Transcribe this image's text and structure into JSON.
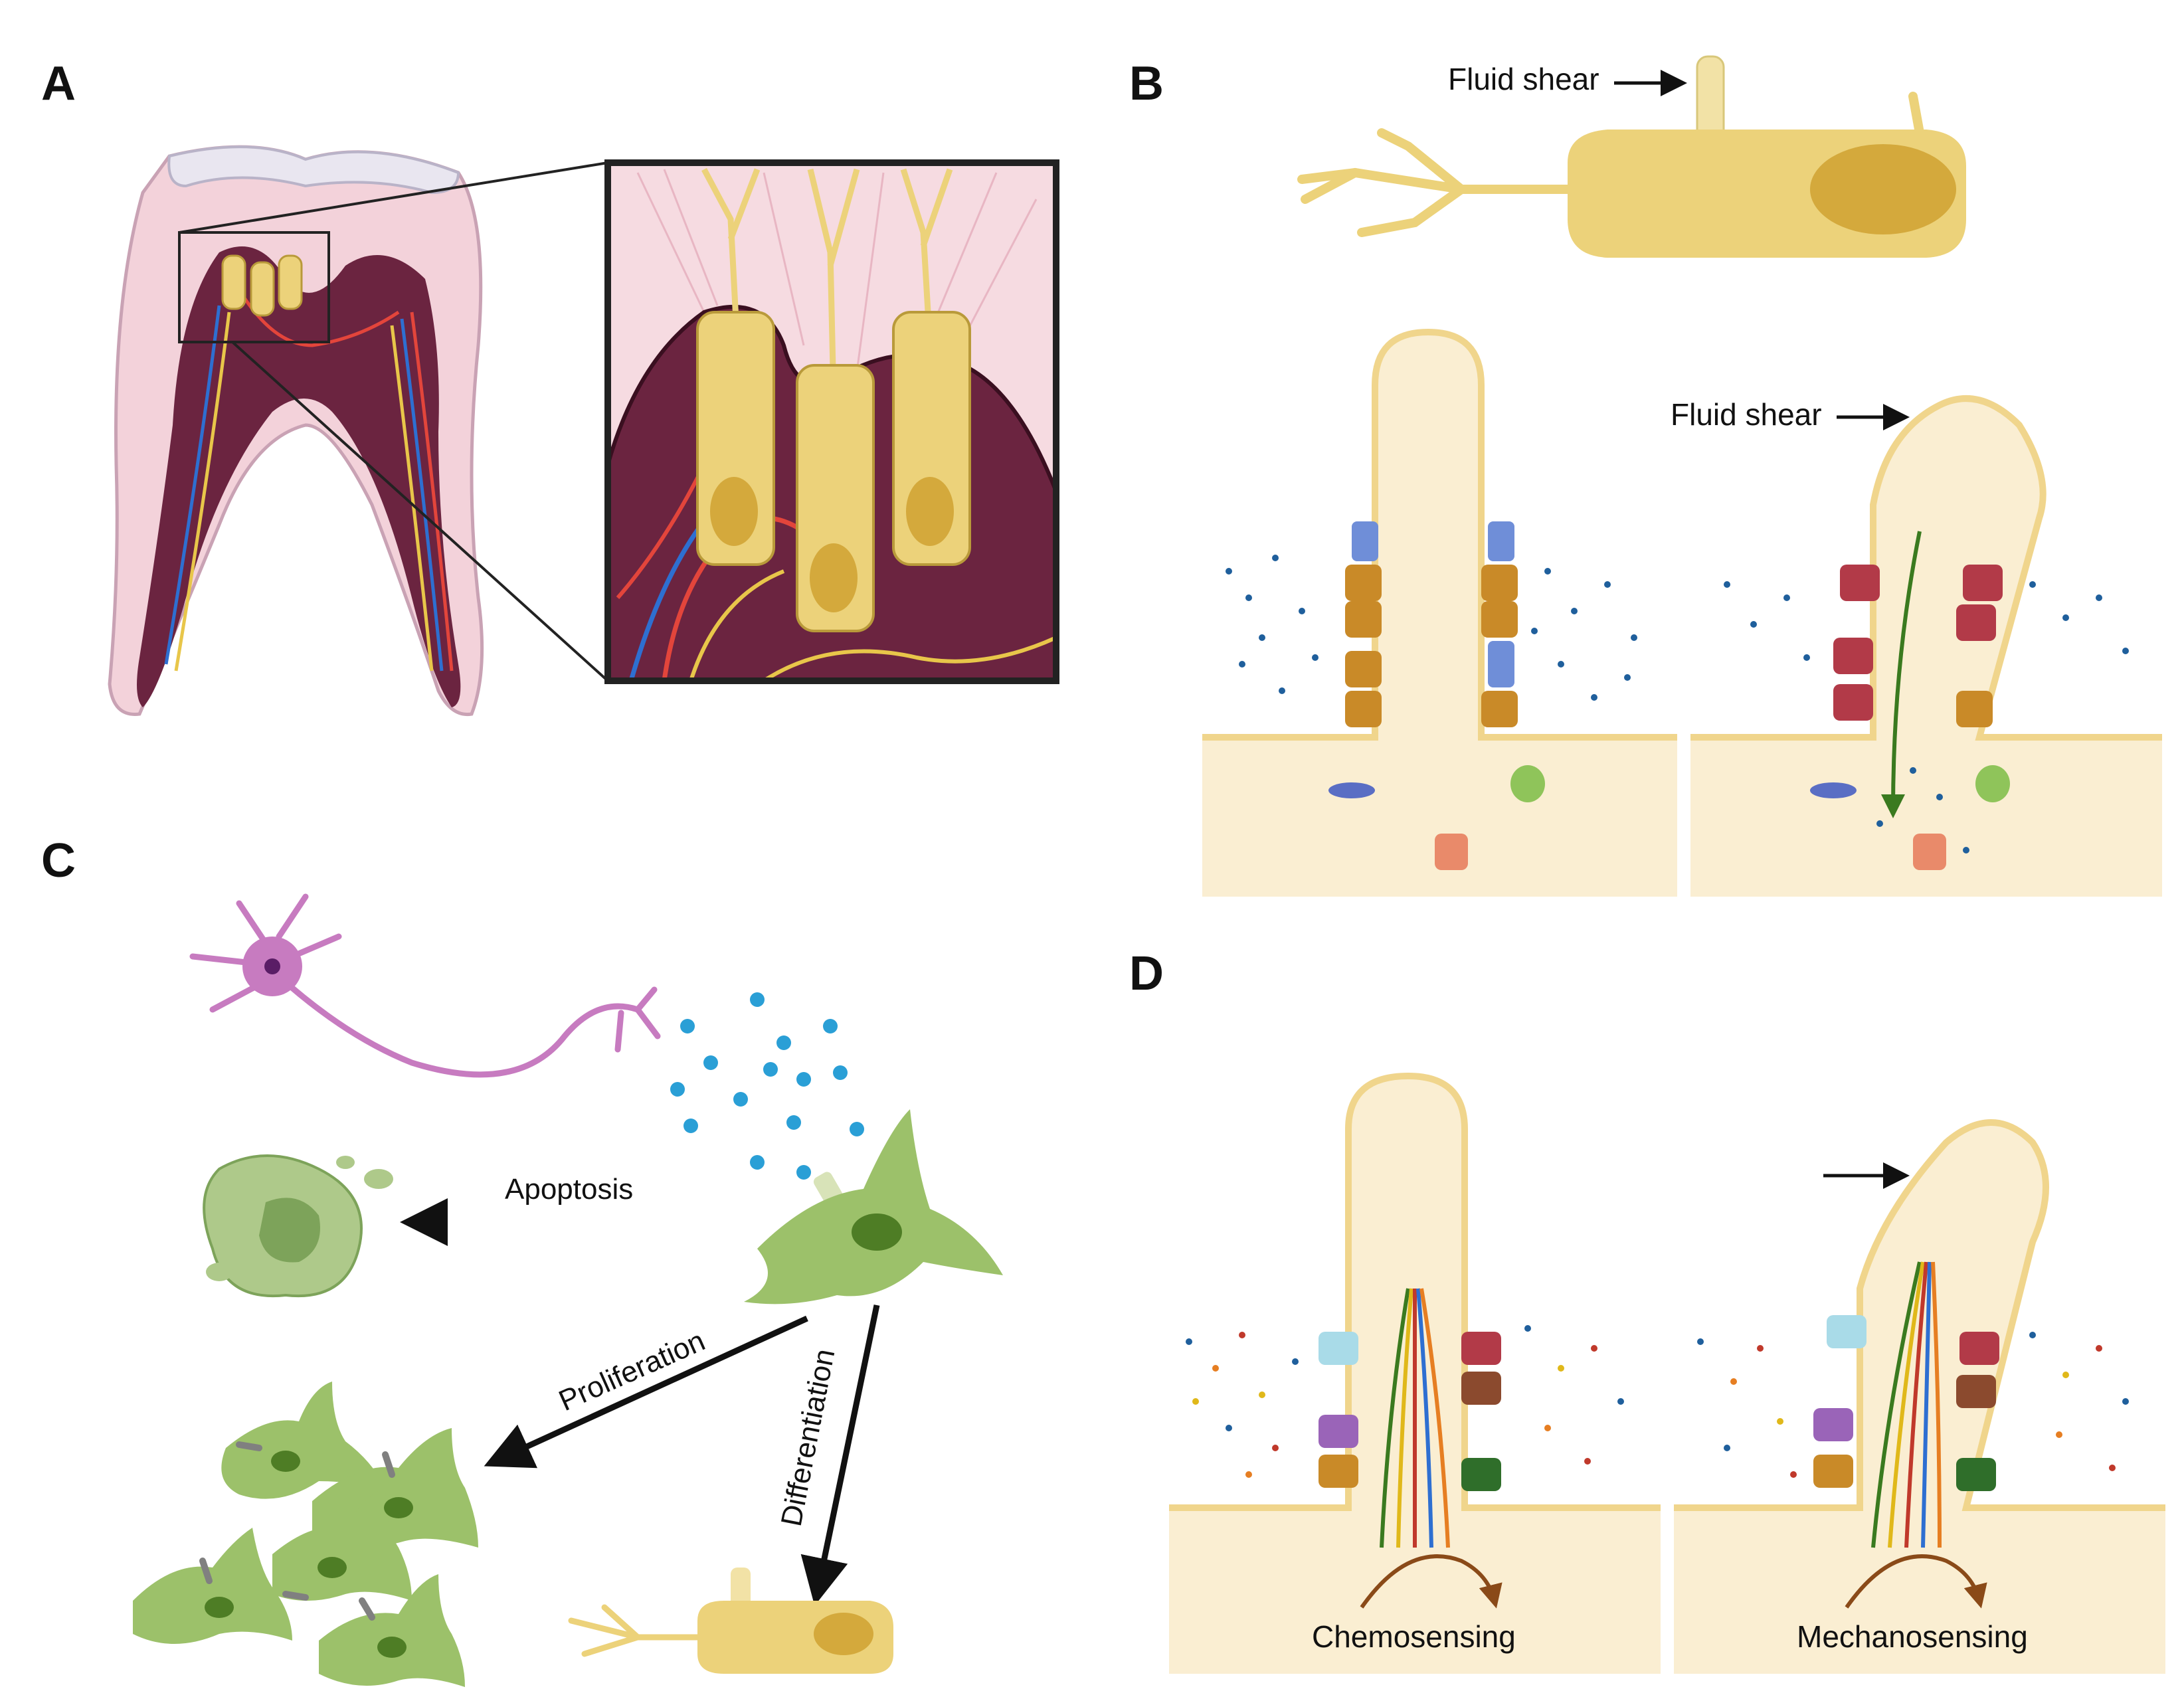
{
  "panels": {
    "a": {
      "letter": "A"
    },
    "b": {
      "letter": "B",
      "fluid_shear_top": "Fluid shear",
      "fluid_shear_mid": "Fluid shear"
    },
    "c": {
      "letter": "C",
      "apoptosis": "Apoptosis",
      "proliferation": "Proliferation",
      "differentiation": "Differentiation"
    },
    "d": {
      "letter": "D",
      "chemosensing": "Chemosensing",
      "mechanosensing": "Mechanosensing"
    }
  },
  "colors": {
    "dentin": "#f3d2da",
    "pulp": "#6b2440",
    "odontoblast": "#ecd27a",
    "cytoplasm": "#faeed2",
    "channel_orange": "#c98a28",
    "channel_red": "#b23a48",
    "msc_green": "#9cc16a",
    "neuron_pink": "#c77bc0",
    "ligand_blue": "#2a9fd6"
  }
}
